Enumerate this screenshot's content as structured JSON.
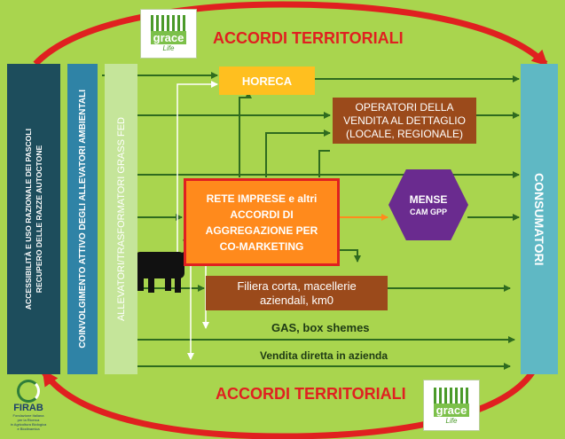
{
  "title_top": "ACCORDI TERRITORIALI",
  "title_bottom": "ACCORDI TERRITORIALI",
  "col1": {
    "line1": "ACCESSIBILITÀ E USO RAZIONALE DEI PASCOLI",
    "line2": "RECUPERO DELLE RAZZE AUTOCTONE"
  },
  "col2": "COINVOLGIMENTO ATTIVO DEGLI ALLEVATORI AMBIENTALI",
  "col3": "ALLEVATORI/TRASFORMATORI GRASS FED",
  "col_right": "CONSUMATORI",
  "horeca": "HORECA",
  "operatori": {
    "line1": "OPERATORI DELLA",
    "line2": "VENDITA AL DETTAGLIO",
    "line3": "(LOCALE, REGIONALE)"
  },
  "rete": {
    "line1": "RETE IMPRESE e altri",
    "line2": "ACCORDI DI",
    "line3": "AGGREGAZIONE PER",
    "line4": "CO-MARKETING"
  },
  "mense": {
    "line1": "MENSE",
    "line2": "CAM GPP"
  },
  "filiera": {
    "line1": "Filiera corta, macellerie",
    "line2": "aziendali, km0"
  },
  "gas": "GAS, box shemes",
  "vendita": "Vendita diretta in azienda",
  "logo_grace": {
    "word": "grace",
    "sub": "Life"
  },
  "firab": {
    "name": "FIRAB",
    "line1": "Fondazione Italiana",
    "line2": "per la Ricerca",
    "line3": "in Agricoltura Biologica",
    "line4": "e Biodinamica"
  },
  "colors": {
    "background": "#a9d54e",
    "dark_teal": "#1d4d5c",
    "mid_teal": "#2f83a6",
    "light_green": "#c5e59a",
    "right_teal": "#5fb8c4",
    "yellow": "#ffbf1f",
    "brown": "#9b4a1b",
    "orange": "#ff8a1c",
    "purple": "#6a2b8f",
    "red": "#e02020",
    "arrow": "#2f6b1f"
  }
}
